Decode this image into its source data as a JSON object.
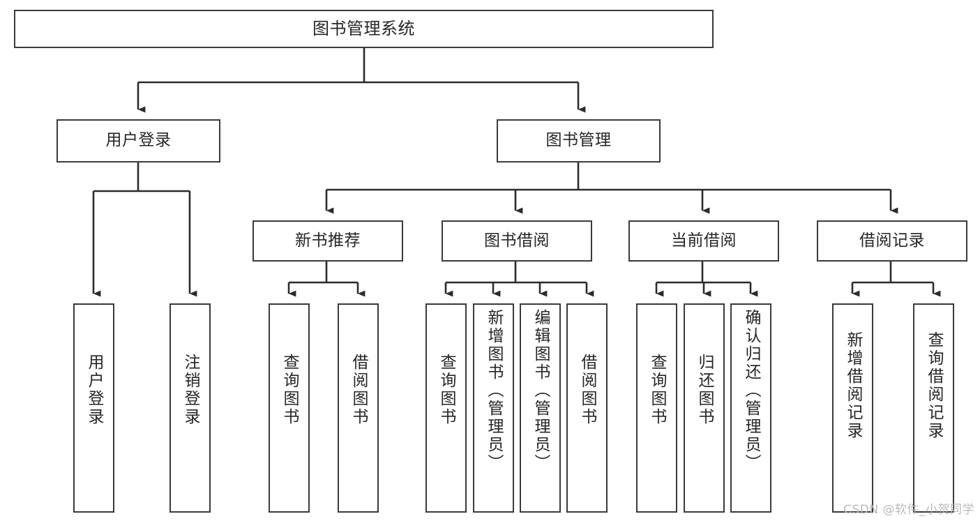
{
  "diagram": {
    "title": "图书管理系统",
    "type": "tree",
    "watermark": "CSDN @软件_小贺同学",
    "colors": {
      "box_border": "#3a3a3a",
      "box_fill": "#ffffff",
      "edge": "#2b2b2b",
      "text": "#262626",
      "watermark": "#b9b9b9",
      "background": "#ffffff"
    },
    "nodes": {
      "root": {
        "label": "图书管理系统",
        "level": 1,
        "orientation": "horizontal"
      },
      "l2": [
        {
          "id": "user-login",
          "label": "用户登录",
          "level": 2,
          "orientation": "horizontal"
        },
        {
          "id": "book-management",
          "label": "图书管理",
          "level": 2,
          "orientation": "horizontal"
        }
      ],
      "l3": [
        {
          "id": "new-book-recommend",
          "label": "新书推荐",
          "level": 3,
          "orientation": "horizontal",
          "parent": "book-management"
        },
        {
          "id": "book-borrow",
          "label": "图书借阅",
          "level": 3,
          "orientation": "horizontal",
          "parent": "book-management"
        },
        {
          "id": "current-borrow",
          "label": "当前借阅",
          "level": 3,
          "orientation": "horizontal",
          "parent": "book-management"
        },
        {
          "id": "borrow-record",
          "label": "借阅记录",
          "level": 3,
          "orientation": "horizontal",
          "parent": "book-management"
        }
      ],
      "leaves": [
        {
          "id": "leaf-user-login",
          "label": "用户登录",
          "parent": "user-login",
          "orientation": "vertical"
        },
        {
          "id": "leaf-logout-login",
          "label": "注销登录",
          "parent": "user-login",
          "orientation": "vertical"
        },
        {
          "id": "leaf-query-book-1",
          "label": "查询图书",
          "parent": "new-book-recommend",
          "orientation": "vertical"
        },
        {
          "id": "leaf-borrow-book-1",
          "label": "借阅图书",
          "parent": "new-book-recommend",
          "orientation": "vertical"
        },
        {
          "id": "leaf-query-book-2",
          "label": "查询图书",
          "parent": "book-borrow",
          "orientation": "vertical"
        },
        {
          "id": "leaf-add-book",
          "label": "新增图书（管理员）",
          "parent": "book-borrow",
          "orientation": "vertical"
        },
        {
          "id": "leaf-edit-book",
          "label": "编辑图书（管理员）",
          "parent": "book-borrow",
          "orientation": "vertical"
        },
        {
          "id": "leaf-borrow-book-2",
          "label": "借阅图书",
          "parent": "book-borrow",
          "orientation": "vertical"
        },
        {
          "id": "leaf-query-book-3",
          "label": "查询图书",
          "parent": "current-borrow",
          "orientation": "vertical"
        },
        {
          "id": "leaf-return-book",
          "label": "归还图书",
          "parent": "current-borrow",
          "orientation": "vertical"
        },
        {
          "id": "leaf-confirm-return",
          "label": "确认归还（管理员）",
          "parent": "current-borrow",
          "orientation": "vertical"
        },
        {
          "id": "leaf-add-record",
          "label": "新增借阅记录",
          "parent": "borrow-record",
          "orientation": "vertical"
        },
        {
          "id": "leaf-query-record",
          "label": "查询借阅记录",
          "parent": "borrow-record",
          "orientation": "vertical"
        }
      ]
    }
  }
}
